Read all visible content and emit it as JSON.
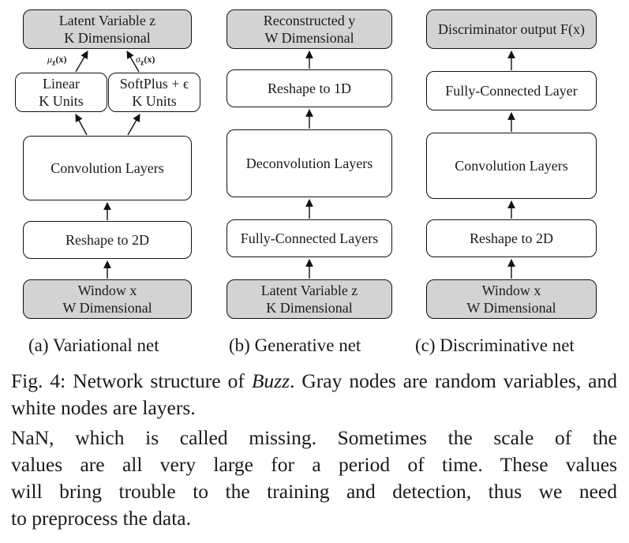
{
  "variational": {
    "latent": "Latent Variable z\nK Dimensional",
    "mu_label": "μ",
    "mu_sub": "z",
    "mu_arg": "(x)",
    "sigma_label": "σ",
    "sigma_sub": "z",
    "sigma_arg": "(x)",
    "linear": "Linear\nK Units",
    "softplus": "SoftPlus + ϵ\nK Units",
    "conv": "Convolution Layers",
    "reshape": "Reshape to 2D",
    "window": "Window x\nW Dimensional",
    "caption": "(a) Variational net"
  },
  "generative": {
    "recon": "Reconstructed y\nW Dimensional",
    "reshape": "Reshape to 1D",
    "deconv": "Deconvolution Layers",
    "fc": "Fully-Connected Layers",
    "latent": "Latent Variable z\nK Dimensional",
    "caption": "(b) Generative net"
  },
  "discriminative": {
    "output": "Discriminator output F(x)",
    "fc": "Fully-Connected Layer",
    "conv": "Convolution Layers",
    "reshape": "Reshape to 2D",
    "window": "Window x\nW Dimensional",
    "caption": "(c) Discriminative net"
  },
  "figure_caption": {
    "prefix": "Fig. 4: Network structure of ",
    "name": "Buzz",
    "suffix": ". Gray nodes are random variables, and white nodes are layers."
  },
  "body_text": {
    "line1": "NaN, which is called missing. Sometimes the scale of the",
    "line2": "values are all very large for a period of time. These values",
    "line3": "will bring trouble to the training and detection, thus we need",
    "line4": "to preprocess the data."
  },
  "colors": {
    "random_variable_fill": "#d3d3d3",
    "layer_fill": "#ffffff",
    "stroke": "#111111"
  }
}
